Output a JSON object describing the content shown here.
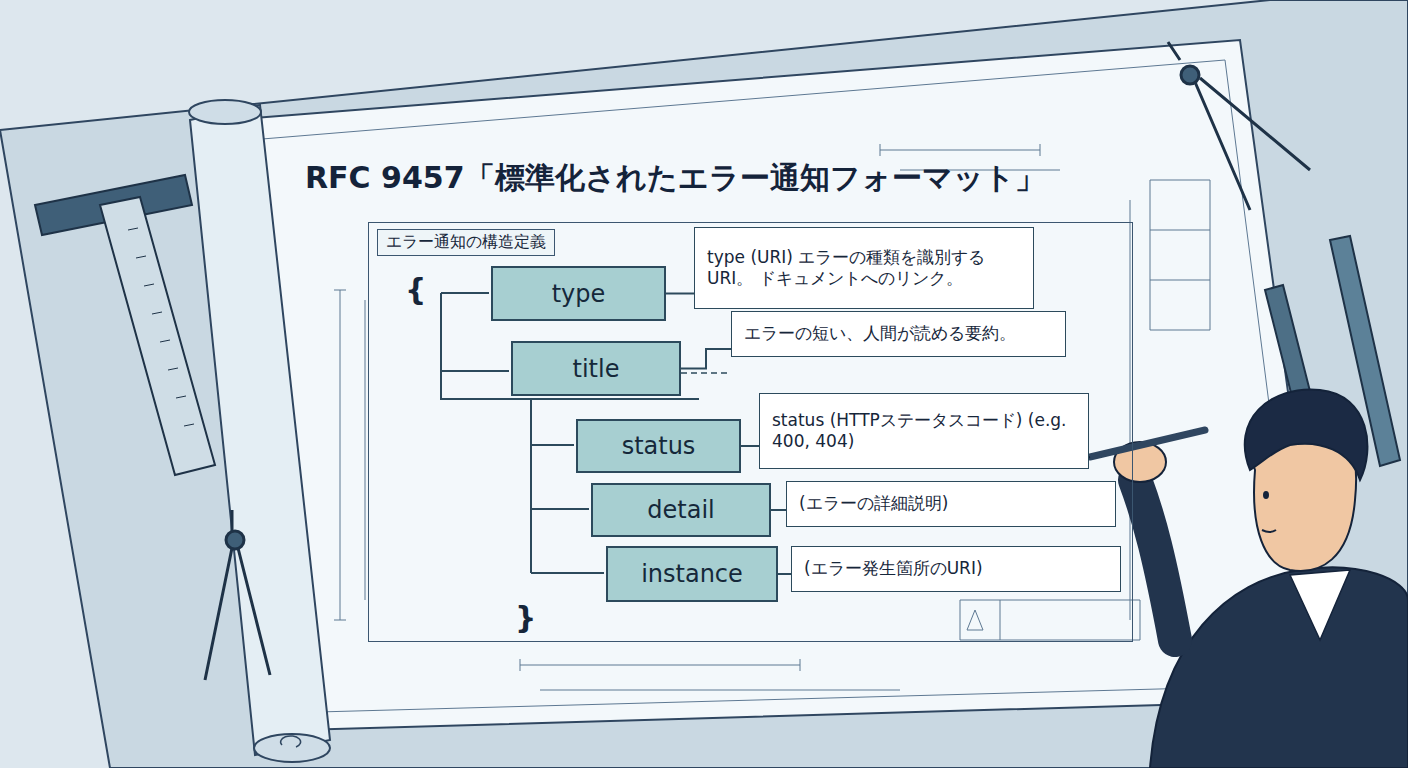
{
  "diagram": {
    "title": "RFC 9457「標準化されたエラー通知フォーマット」",
    "nodes": [
      {
        "text": [
          "エラー通知の構造定義"
        ]
      },
      {
        "text": [
          "type"
        ],
        "in": 0
      },
      {
        "text": [
          "type (URI) エラーの種類を識別するURI。 ドキュメントへのリンク。"
        ],
        "in": 0
      },
      {
        "text": [
          "title"
        ],
        "in": 0
      },
      {
        "text": [
          "エラーの短い、人間が読める要約。"
        ],
        "in": 0
      },
      {
        "text": [
          "status"
        ],
        "in": 0
      },
      {
        "text": [
          "status (HTTPステータスコード) (e.g. 400, 404)"
        ],
        "in": 0
      },
      {
        "text": [
          "detail"
        ],
        "in": 0
      },
      {
        "text": [
          "(エラーの詳細説明)"
        ],
        "in": 0
      },
      {
        "text": [
          "instance"
        ],
        "in": 0
      },
      {
        "text": [
          "(エラー発生箇所のURI)"
        ],
        "in": 0
      }
    ],
    "edges": [
      {
        "from": 1,
        "to": 2,
        "arrow": "none"
      },
      {
        "from": 3,
        "to": 4,
        "arrow": "none"
      },
      {
        "from": 5,
        "to": 6,
        "arrow": "none"
      },
      {
        "from": 7,
        "to": 8,
        "arrow": "none"
      },
      {
        "from": 9,
        "to": 10,
        "arrow": "none"
      }
    ],
    "labels": [
      "{",
      "}"
    ]
  }
}
